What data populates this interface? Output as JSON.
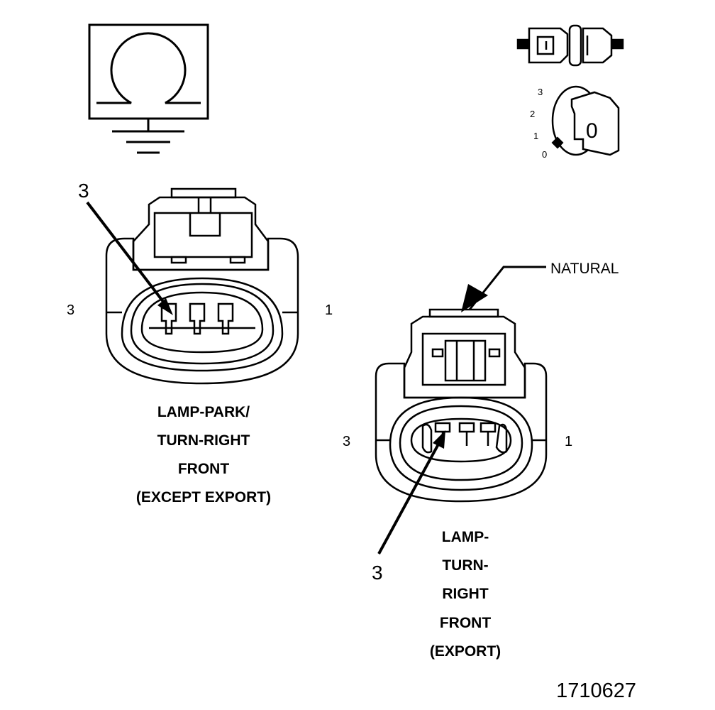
{
  "ohm_symbol": {
    "glyph": "Ω",
    "meaning": "ohmmeter-ground-symbol"
  },
  "ignition": {
    "positions": [
      "3",
      "2",
      "1",
      "0"
    ],
    "key_label": "0"
  },
  "connector_left": {
    "callout": "3",
    "pin_left": "3",
    "pin_right": "1",
    "caption": [
      "LAMP-PARK/",
      "TURN-RIGHT",
      "FRONT",
      "(EXCEPT EXPORT)"
    ]
  },
  "connector_right": {
    "color_note": "NATURAL",
    "callout": "3",
    "pin_left": "3",
    "pin_right": "1",
    "caption": [
      "LAMP-",
      "TURN-",
      "RIGHT",
      "FRONT",
      "(EXPORT)"
    ]
  },
  "figure_id": "1710627",
  "colors": {
    "ink": "#000000",
    "paper": "#ffffff"
  }
}
